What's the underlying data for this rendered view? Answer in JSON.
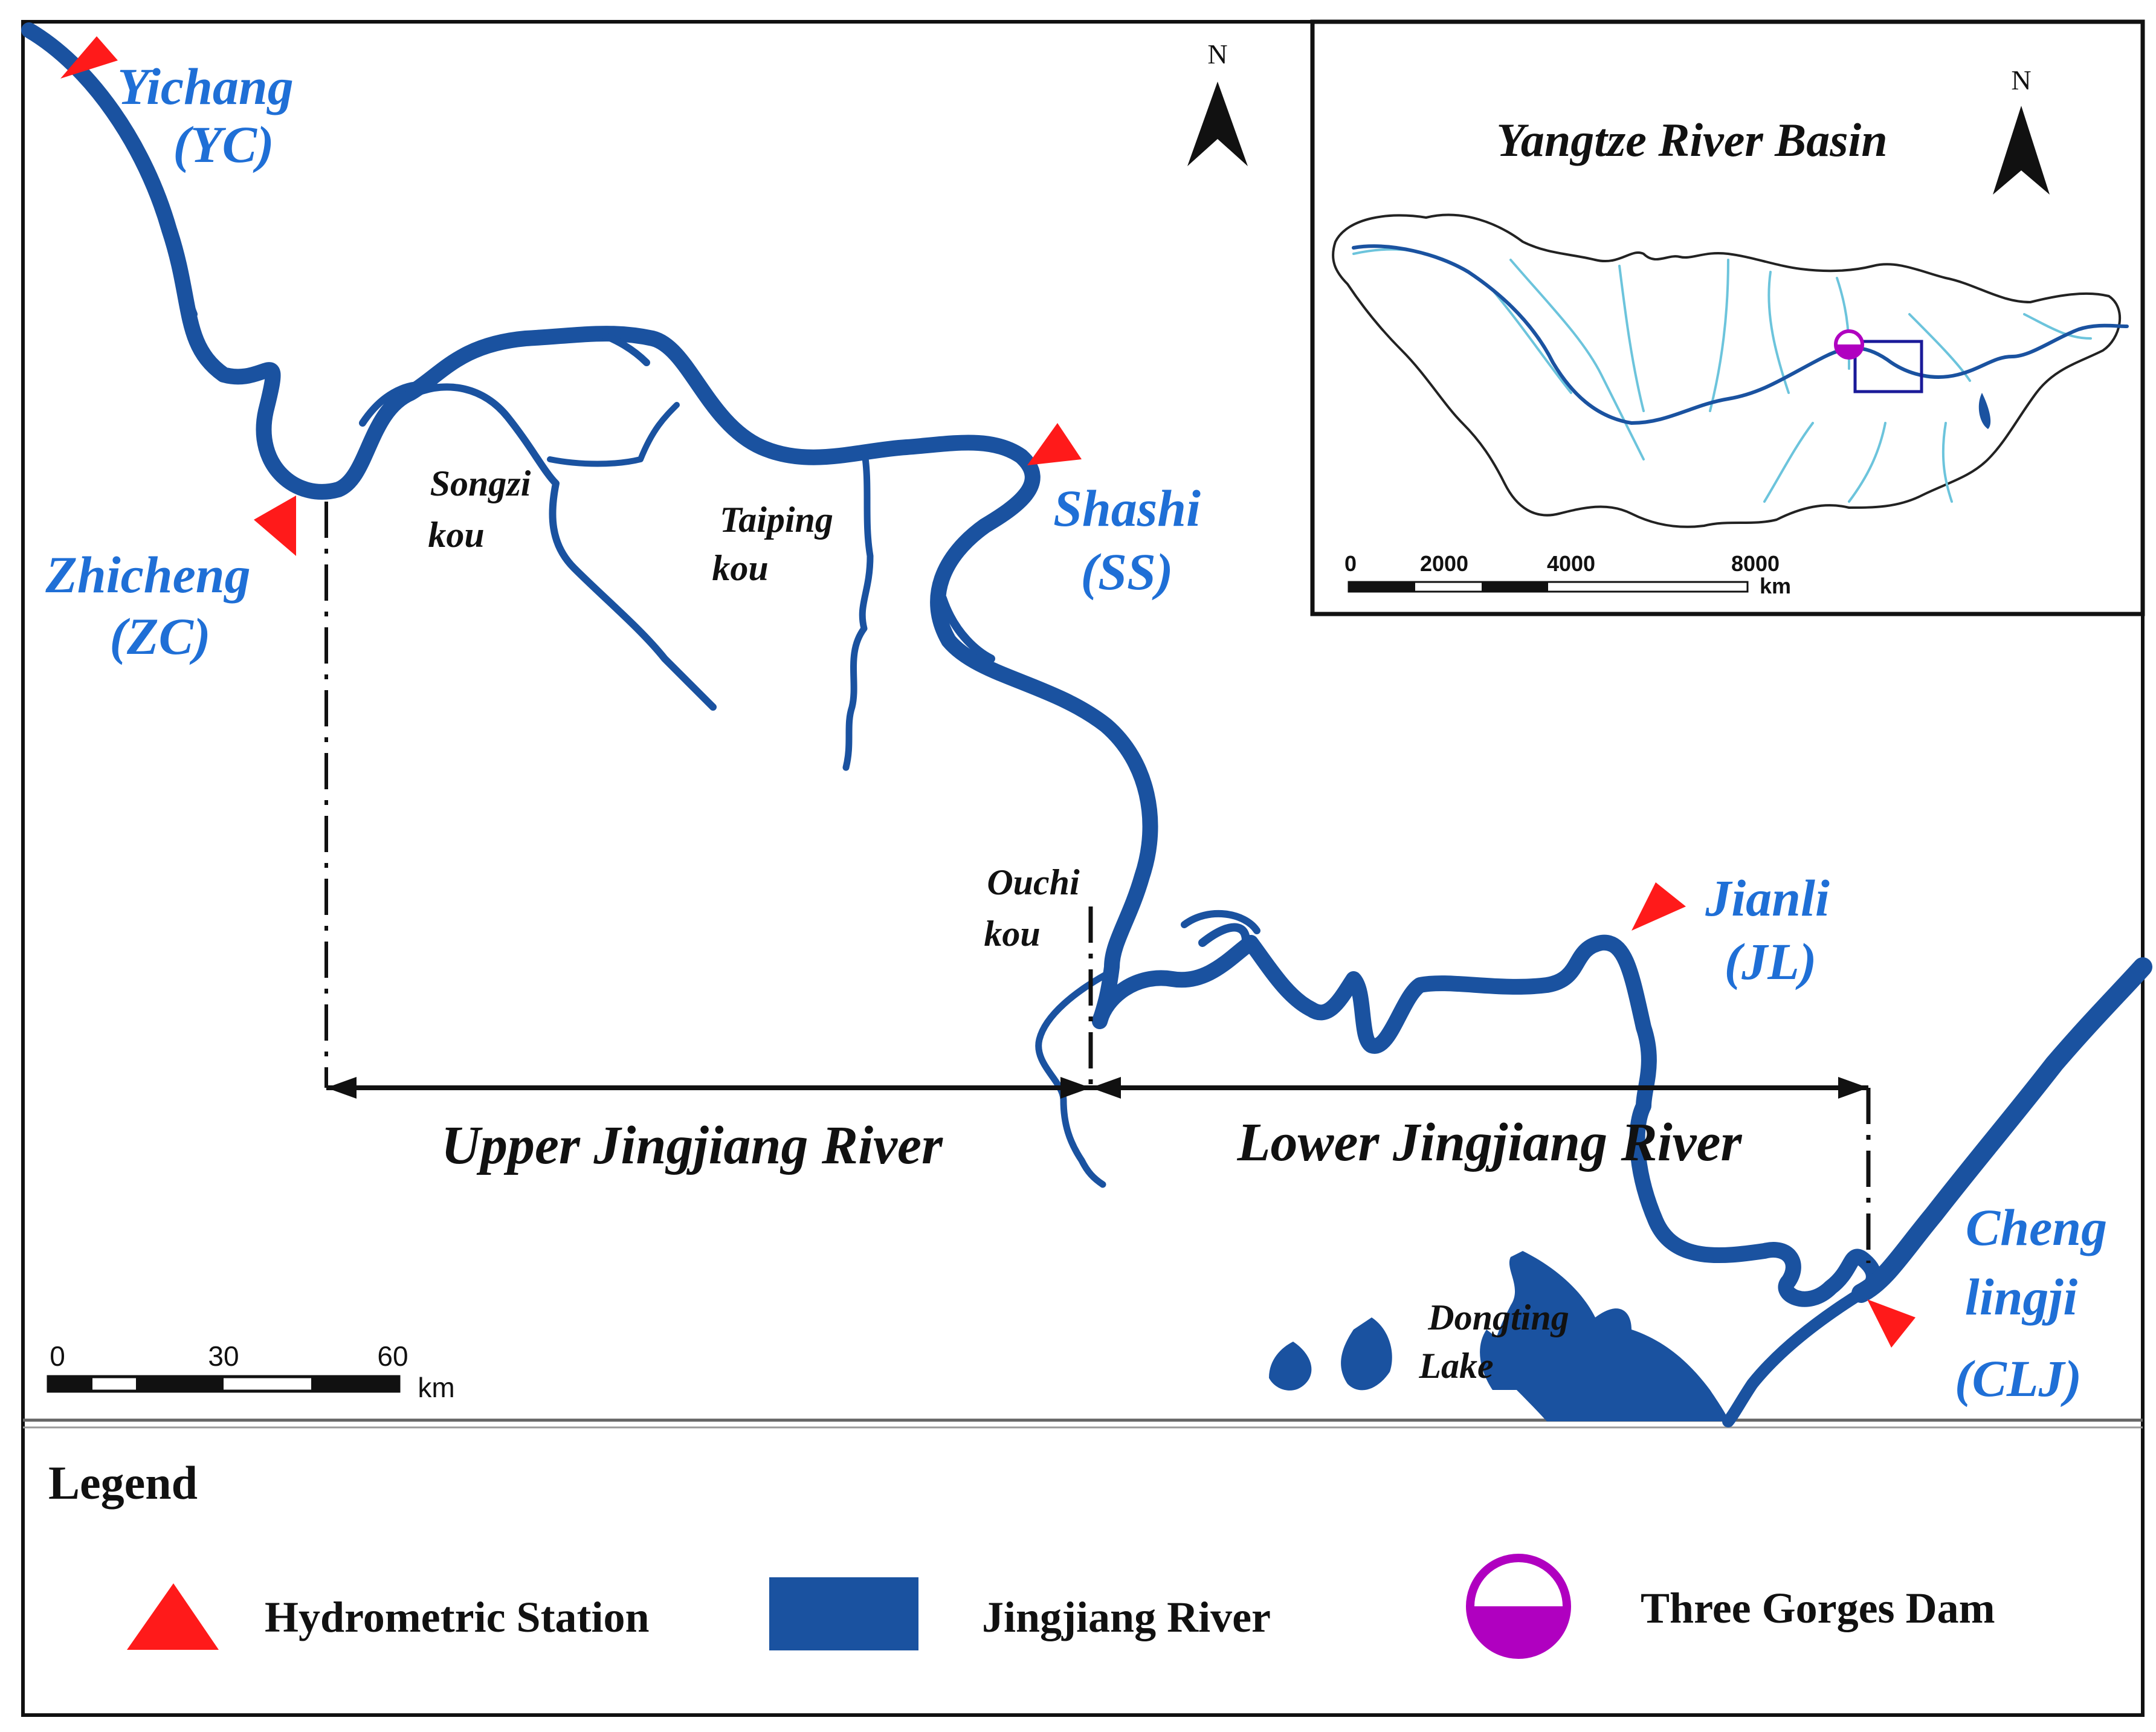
{
  "stations": {
    "yichang": {
      "name": "Yichang",
      "code": "(YC)"
    },
    "zhicheng": {
      "name": "Zhicheng",
      "code": "(ZC)"
    },
    "shashi": {
      "name": "Shashi",
      "code": "(SS)"
    },
    "jianli": {
      "name": "Jianli",
      "code": "(JL)"
    },
    "chenglingji": {
      "name_line1": "Cheng",
      "name_line2": "lingji",
      "code": "(CLJ)"
    }
  },
  "outlets": {
    "songzikou": {
      "line1": "Songzi",
      "line2": "kou"
    },
    "taipingkou": {
      "line1": "Taiping",
      "line2": "kou"
    },
    "ouchikou": {
      "line1": "Ouchi",
      "line2": "kou"
    }
  },
  "lake": {
    "line1": "Dongting",
    "line2": "Lake"
  },
  "reaches": {
    "upper": "Upper Jingjiang River",
    "lower": "Lower Jingjiang River"
  },
  "north_label": "N",
  "main_scale": {
    "ticks": [
      "0",
      "30",
      "60"
    ],
    "unit": "km"
  },
  "inset": {
    "title": "Yangtze River Basin",
    "north_label": "N",
    "scale": {
      "ticks": [
        "0",
        "2000",
        "4000",
        "8000"
      ],
      "unit": "km"
    }
  },
  "legend": {
    "title": "Legend",
    "station": "Hydrometric Station",
    "river": "Jingjiang River",
    "dam": "Three Gorges Dam"
  },
  "colors": {
    "river": "#1a52a0",
    "station": "#ff1a1a",
    "dam": "#b000c0",
    "label_blue": "#1f6fd6",
    "inset_river": "#6cc4dc"
  }
}
